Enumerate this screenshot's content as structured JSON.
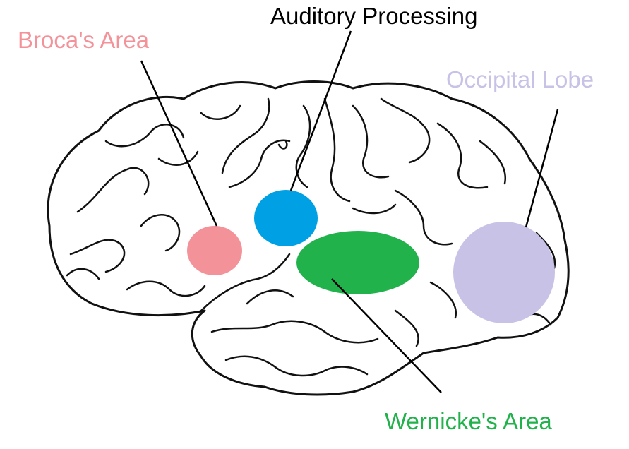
{
  "labels": {
    "broca": "Broca's Area",
    "auditory": "Auditory Processing",
    "occipital": "Occipital Lobe",
    "wernicke": "Wernicke's Area"
  },
  "colors": {
    "broca": "#f4929a",
    "auditory": "#00a1e4",
    "occipital": "#c7c2e6",
    "wernicke": "#21b24b",
    "outline": "#111111",
    "leader_line": "#000000",
    "auditory_text": "#000000"
  }
}
